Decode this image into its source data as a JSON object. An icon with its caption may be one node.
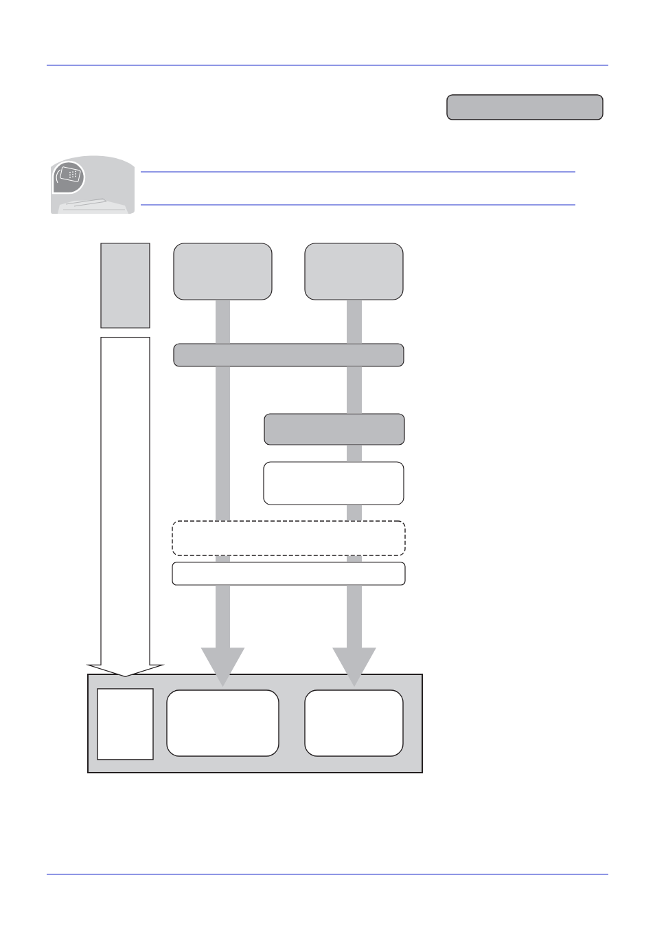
{
  "diagram": {
    "nodes": [
      {
        "text": [],
        "shape": "box"
      },
      {
        "text": [],
        "shape": "box"
      },
      {
        "text": [],
        "shape": "box"
      },
      {
        "text": [],
        "shape": "box"
      },
      {
        "text": [],
        "shape": "box"
      },
      {
        "text": [],
        "shape": "box"
      },
      {
        "text": [],
        "shape": "box"
      },
      {
        "text": [],
        "shape": "box"
      },
      {
        "text": [],
        "shape": "box"
      },
      {
        "text": [],
        "shape": "box"
      },
      {
        "text": [],
        "shape": "box",
        "in": 9
      },
      {
        "text": [],
        "shape": "box",
        "in": 9
      },
      {
        "text": [],
        "shape": "box",
        "in": 9
      }
    ],
    "edges": [
      {
        "from": 1,
        "to": 10,
        "arrow": "to",
        "color": "#ffffff"
      },
      {
        "from": 2,
        "to": 4,
        "arrow": "none"
      },
      {
        "from": 4,
        "to": 7,
        "arrow": "none"
      },
      {
        "from": 7,
        "to": 8,
        "arrow": "none"
      },
      {
        "from": 8,
        "to": 11,
        "arrow": "to"
      },
      {
        "from": 3,
        "to": 4,
        "arrow": "none"
      },
      {
        "from": 4,
        "to": 5,
        "arrow": "none"
      },
      {
        "from": 5,
        "to": 6,
        "arrow": "none"
      },
      {
        "from": 6,
        "to": 7,
        "arrow": "none"
      },
      {
        "from": 7,
        "to": 8,
        "arrow": "none"
      },
      {
        "from": 8,
        "to": 12,
        "arrow": "to"
      }
    ]
  }
}
